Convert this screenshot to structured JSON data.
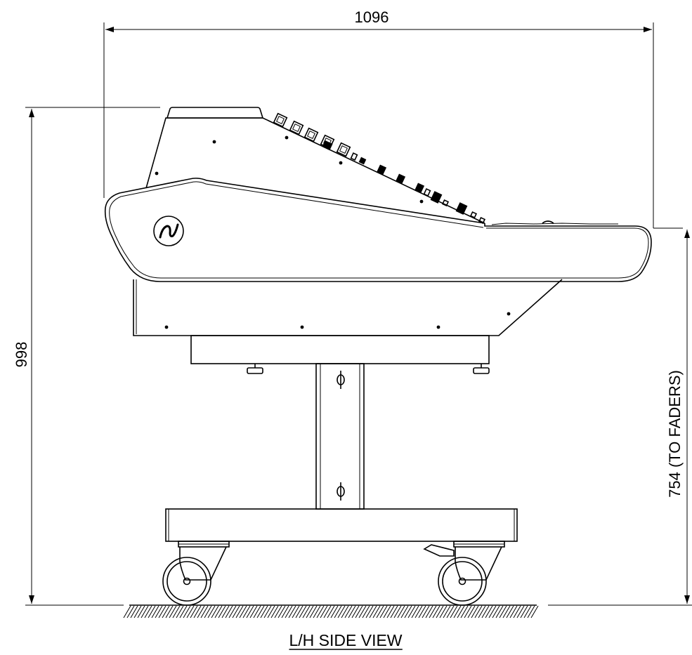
{
  "dimensions": {
    "overall_width": "1096",
    "overall_height": "998",
    "fader_height": "754 (TO FADERS)"
  },
  "title": "L/H SIDE VIEW",
  "logo_icon": "lightning-n-logo-icon"
}
